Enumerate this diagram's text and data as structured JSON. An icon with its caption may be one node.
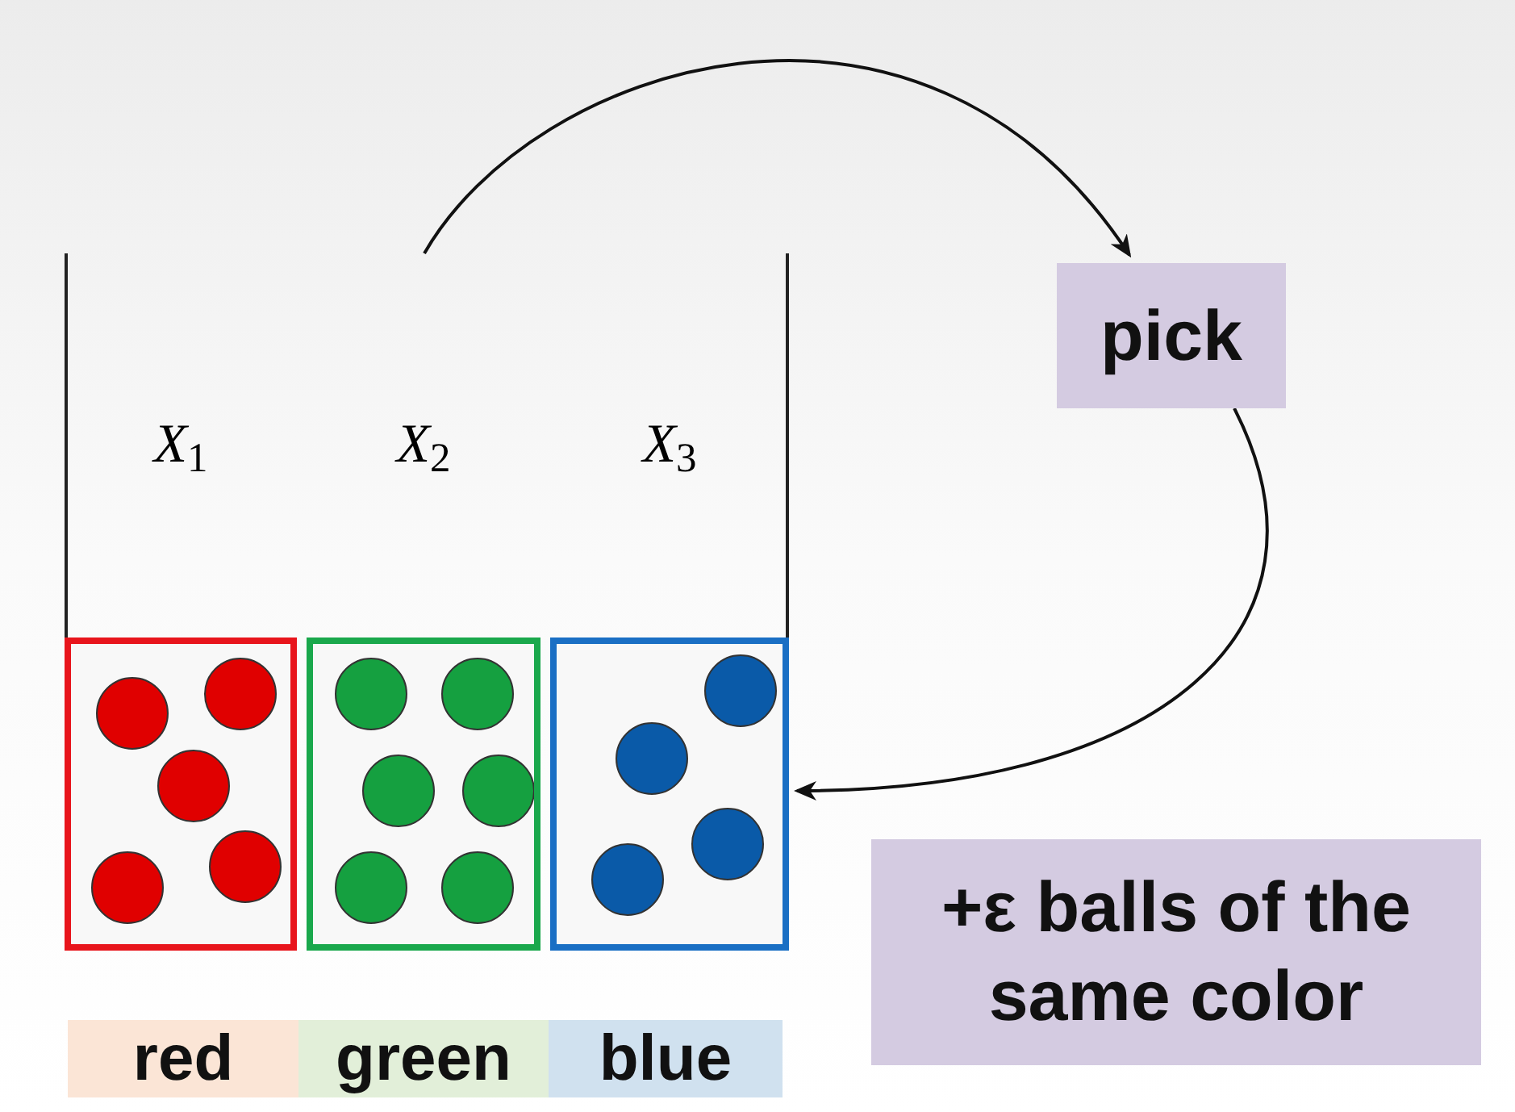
{
  "diagram": {
    "nodes": [
      {
        "text": [],
        "shape": "box"
      },
      {
        "text": [
          "*X*$_{1}$"
        ],
        "in": 0
      },
      {
        "text": [
          "*X*$_{2}$"
        ],
        "in": 0
      },
      {
        "text": [
          "*X*$_{3}$"
        ],
        "in": 0
      },
      {
        "text": [
          "pick"
        ]
      },
      {
        "text": [
          "+ε balls of the same color"
        ]
      },
      {
        "text": [
          "red"
        ]
      },
      {
        "text": [
          "green"
        ]
      },
      {
        "text": [
          "blue"
        ]
      }
    ],
    "edges": [
      {
        "from": 0,
        "to": 4,
        "arrow": "to"
      },
      {
        "from": 4,
        "to": 0,
        "arrow": "to"
      }
    ]
  }
}
